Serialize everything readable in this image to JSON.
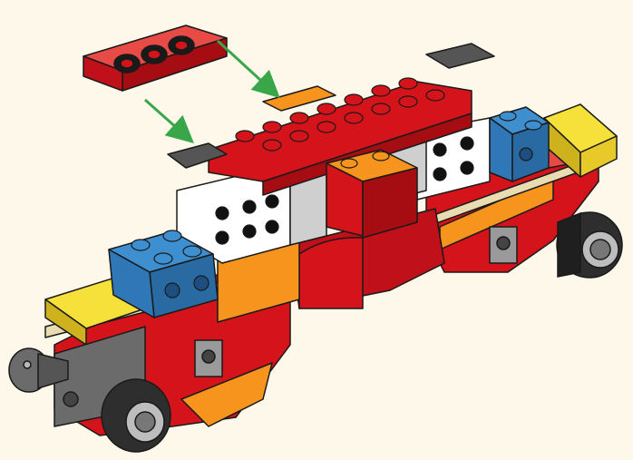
{
  "canvas": {
    "background": "#fdf8e9"
  },
  "colors": {
    "red": "#d4141a",
    "red_dark": "#a50d12",
    "orange": "#f7941d",
    "orange_dark": "#d06e10",
    "yellow": "#f6e03a",
    "yellow_dark": "#cdb21e",
    "blue": "#3e8fd0",
    "blue_dark": "#2a6aa3",
    "white": "#ffffff",
    "light_gray": "#c9c9c9",
    "dark_gray": "#6b6b6b",
    "black": "#1a1a1a",
    "tan": "#e8dcb0",
    "arrow_green": "#3aa64a"
  },
  "instruction_step": {
    "new_part": "red-technic-plate-with-holes",
    "assembly_arrows": [
      "arrow-to-left-clip",
      "arrow-to-right-clip"
    ],
    "icons": [
      "lego-car-model",
      "wheel-icon",
      "gear-knob-icon"
    ]
  }
}
